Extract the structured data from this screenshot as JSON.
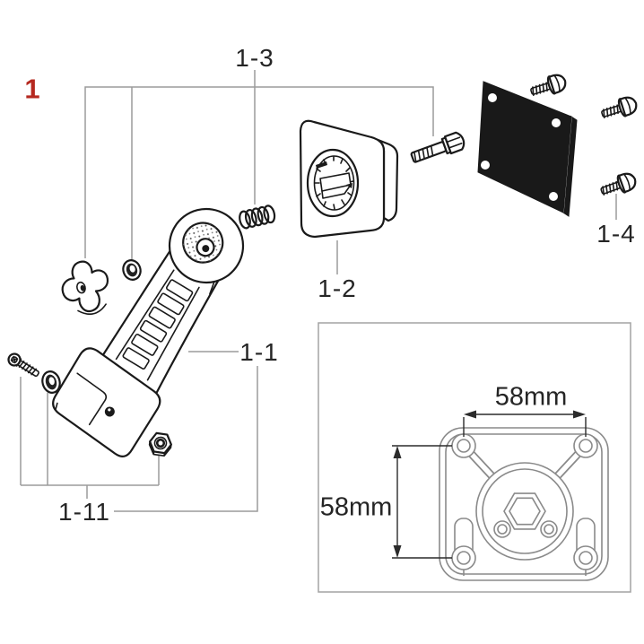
{
  "figure": {
    "number": "1"
  },
  "callouts": {
    "arm": "1-1",
    "swivel_plate": "1-2",
    "spring": "1-3",
    "screws": "1-4",
    "fasteners": "1-11"
  },
  "inset": {
    "horizontal_dim": "58mm",
    "vertical_dim": "58mm"
  },
  "colors": {
    "line": "#1a1a1a",
    "leader": "#9b9b9b",
    "accent": "#b5281f",
    "inset_line": "#8a8a8a",
    "box_line": "#a3a3a3",
    "dim_line": "#2b2b2b",
    "plate_fill": "#191919",
    "label_color": "#252525"
  }
}
